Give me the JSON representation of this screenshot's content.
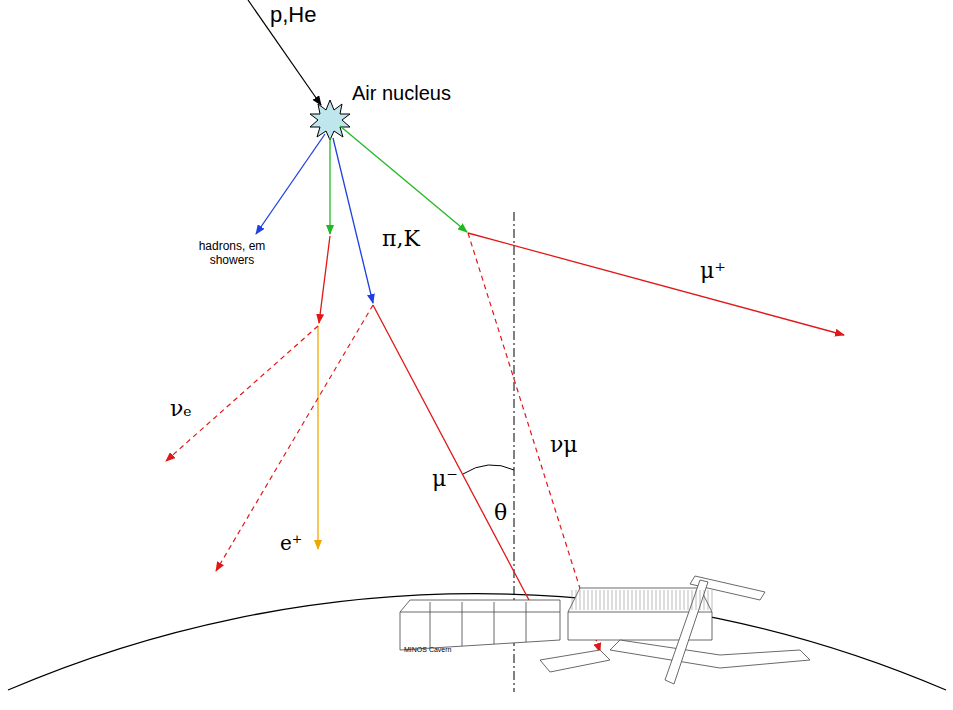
{
  "diagram": {
    "labels": [
      "p,He",
      "Air nucleus",
      "hadrons, em showers",
      "π,K",
      "μ⁺",
      "νₑ",
      "νμ",
      "μ⁻",
      "θ",
      "e⁺",
      "MINOS Cavern"
    ]
  }
}
